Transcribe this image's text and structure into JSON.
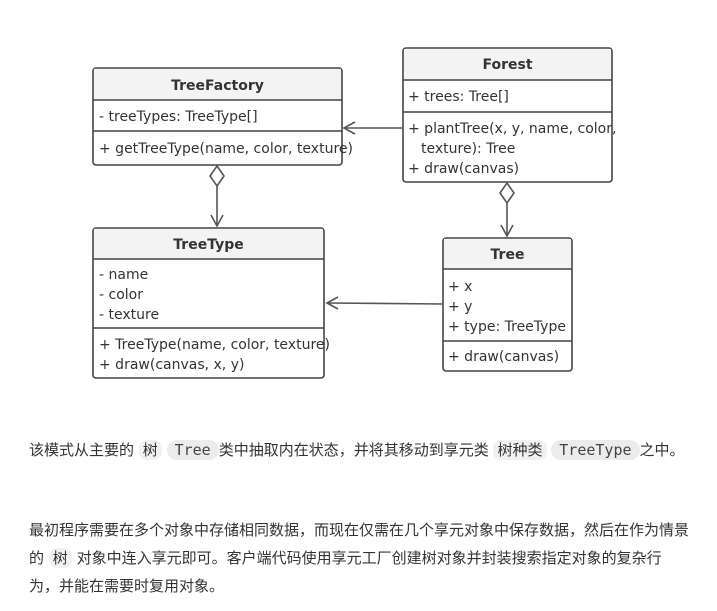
{
  "diagram": {
    "tree_factory": {
      "title": "TreeFactory",
      "fields": [
        "- treeTypes: TreeType[]"
      ],
      "methods": [
        "+ getTreeType(name, color, texture)"
      ]
    },
    "forest": {
      "title": "Forest",
      "fields": [
        "+ trees: Tree[]"
      ],
      "methods": [
        "+ plantTree(x, y, name, color,",
        "texture): Tree",
        "+ draw(canvas)"
      ]
    },
    "tree_type": {
      "title": "TreeType",
      "fields": [
        "- name",
        "- color",
        "- texture"
      ],
      "methods": [
        "+ TreeType(name, color, texture)",
        "+ draw(canvas, x, y)"
      ]
    },
    "tree": {
      "title": "Tree",
      "fields": [
        "+ x",
        "+ y",
        "+ type: TreeType"
      ],
      "methods": [
        "+ draw(canvas)"
      ]
    }
  },
  "paragraph1": {
    "before": "该模式从主要的 ",
    "hl1": "树",
    "code1": "Tree",
    "mid": "类中抽取内在状态，并将其移动到享元类 ",
    "hl2": "树种类",
    "code2": "TreeType",
    "after": "之中。"
  },
  "paragraph2": {
    "before": "最初程序需要在多个对象中存储相同数据，而现在仅需在几个享元对象中保存数据，然后在作为情景的 ",
    "hl": "树",
    "after": " 对象中连入享元即可。客户端代码使用享元工厂创建树对象并封装搜索指定对象的复杂行为，并能在需要时复用对象。"
  }
}
